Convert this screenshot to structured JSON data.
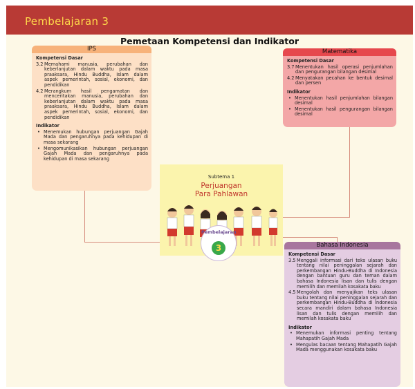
{
  "header": {
    "title": "Pembelajaran 3"
  },
  "main_title": "Pemetaan Kompetensi dan Indikator",
  "ips": {
    "heading": "IPS",
    "kd_title": "Kompetensi Dasar",
    "kd": [
      {
        "num": "3.2",
        "text": "Memahami manusia, perubahan dan keberlanjutan dalam waktu pada masa praaksara, Hindu Buddha, Islam dalam aspek pemerintah, sosial, ekonomi, dan pendidikan"
      },
      {
        "num": "4.2",
        "text": "Merangkum hasil pengamatan dan menceritakan manusia, perubahan dan keberlanjutan dalam waktu pada masa praaksara, Hindu Buddha, Islam dalam aspek pemerintah, sosial, ekonomi, dan pendidikan"
      }
    ],
    "ind_title": "Indikator",
    "ind": [
      {
        "bullet": "•",
        "text": "Menemukan hubungan perjuangan Gajah Mada dan pengaruhnya pada kehidupan di masa sekarang"
      },
      {
        "bullet": "•",
        "text": "Mengomunikasikan hubungan perjuangan Gajah Mada dan pengaruhnya pada kehidupan di masa sekarang"
      }
    ]
  },
  "matematika": {
    "heading": "Matematika",
    "kd_title": "Kompetensi Dasar",
    "kd": [
      {
        "num": "3.7",
        "text": "Menentukan hasil operasi penjumlahan dan pengurangan bilangan desimal"
      },
      {
        "num": "4.2",
        "text": "Menyatakan pecahan ke bentuk desimal dan persen"
      }
    ],
    "ind_title": "Indikator",
    "ind": [
      {
        "bullet": "•",
        "text": "Menentukan hasil penjumlahan bilangan desimal"
      },
      {
        "bullet": "•",
        "text": "Menentukan hasil pengurangan bilangan desimal"
      }
    ]
  },
  "bahasa": {
    "heading": "Bahasa Indonesia",
    "kd_title": "Kompetensi Dasar",
    "kd": [
      {
        "num": "3.5",
        "text": "Menggali informasi dari teks ulasan buku tentang nilai peninggalan sejarah dan perkembangan Hindu-Buddha di Indonesia dengan bantuan guru dan teman dalam bahasa Indonesia lisan dan tulis dengan memilih dan memilah kosakata baku"
      },
      {
        "num": "4.5",
        "text": "Mengolah dan menyajikan teks ulasan buku tentang nilai peninggalan sejarah dan perkembangan Hindu-Buddha di Indonesia secara mandiri dalam bahasa Indonesia lisan dan tulis dengan memilih dan memilah kosakata baku"
      }
    ],
    "ind_title": "Indikator",
    "ind": [
      {
        "bullet": "•",
        "text": "Menemukan informasi penting tentang Mahapatih Gajah Mada"
      },
      {
        "bullet": "•",
        "text": "Mengulas bacaan tentang Mahapatih Gajah Mada menggunakan kosakata baku"
      }
    ]
  },
  "center": {
    "subtema": "Subtema 1",
    "title_line1": "Perjuangan",
    "title_line2": "Para Pahlawan",
    "badge_label": "Pembelajaran",
    "badge_number": "3"
  },
  "colors": {
    "header_bg": "#b83a35",
    "header_text": "#ffd94a",
    "ips": "#f7b27a",
    "matematika": "#e6484d",
    "bahasa": "#a8769e",
    "center_bg": "#fbf4ad"
  }
}
